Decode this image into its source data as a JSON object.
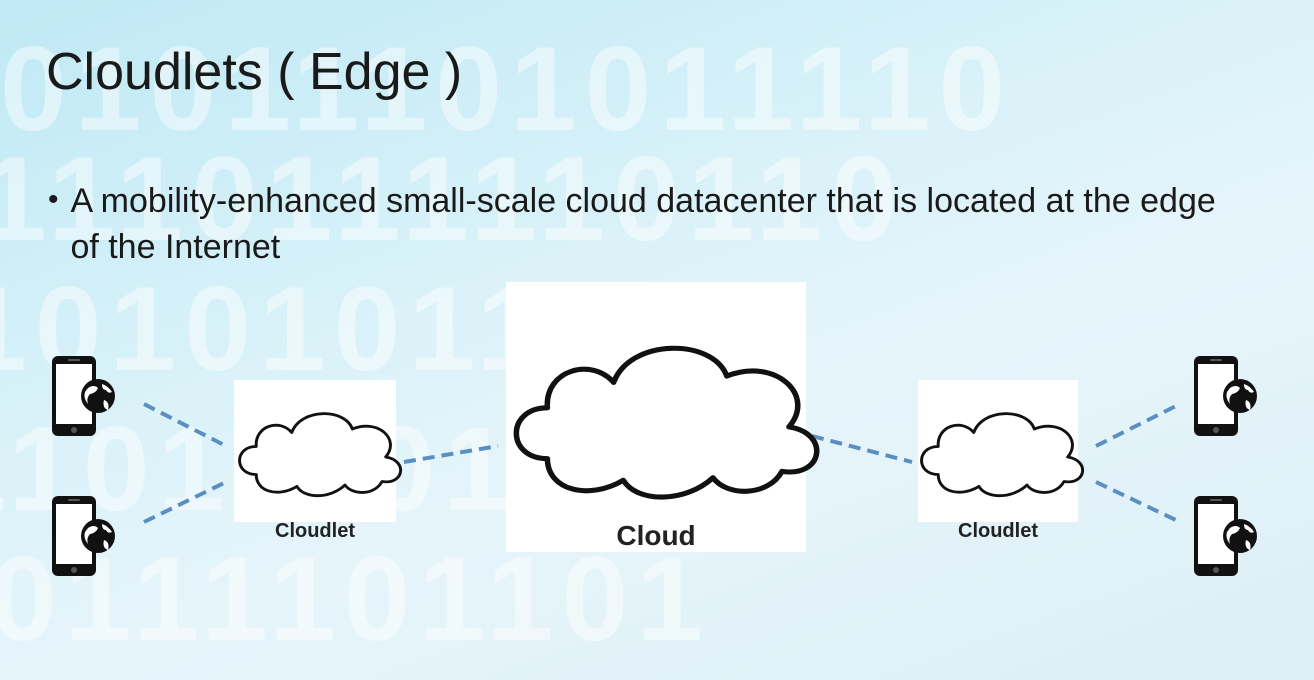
{
  "slide": {
    "title": "Cloudlets ( Edge )",
    "bullet": "A mobility-enhanced small-scale cloud datacenter that is located at the edge of the Internet"
  },
  "nodes": {
    "cloudlet_left_label": "Cloudlet",
    "cloud_label": "Cloud",
    "cloudlet_right_label": "Cloudlet"
  },
  "colors": {
    "link": "#5a8fc2",
    "ink": "#1a1a1a"
  },
  "icons": {
    "device": "smartphone-globe-icon",
    "cloud": "cloud-icon"
  }
}
